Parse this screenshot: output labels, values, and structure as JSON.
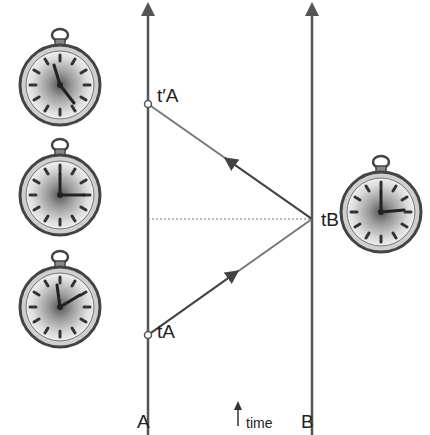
{
  "diagram": {
    "labels": [
      "t′A",
      "tA",
      "tB",
      "A",
      "B",
      "time"
    ]
  }
}
